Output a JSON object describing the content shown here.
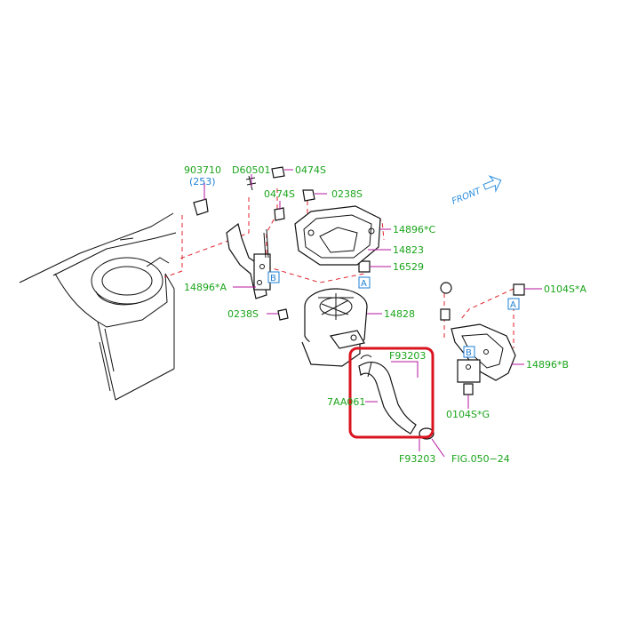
{
  "labels": {
    "p903710": "903710",
    "p253": "(253)",
    "pD60501": "D60501",
    "p0474S_a": "0474S",
    "p0474S_b": "0474S",
    "p0238S_a": "0238S",
    "p14896C": "14896*C",
    "p14823": "14823",
    "p16529": "16529",
    "p14896A": "14896*A",
    "p0238S_b": "0238S",
    "p14828": "14828",
    "pF93203_top": "F93203",
    "p7AA061": "7AA061",
    "pF93203_bottom": "F93203",
    "pFIG": "FIG.050−24",
    "p0104SA": "0104S*A",
    "p14896B": "14896*B",
    "p0104SG": "0104S*G"
  },
  "markers": {
    "box_B_left": "B",
    "box_A_mid": "A",
    "box_A_right": "A",
    "box_B_right": "B"
  },
  "front_text": "FRONT",
  "colors": {
    "label_green": "#1aa51a",
    "reference_blue": "#1e7fd6",
    "leader_magenta": "#b5159e",
    "dashed_red": "#e0222a",
    "highlight_red": "#d9141e"
  }
}
